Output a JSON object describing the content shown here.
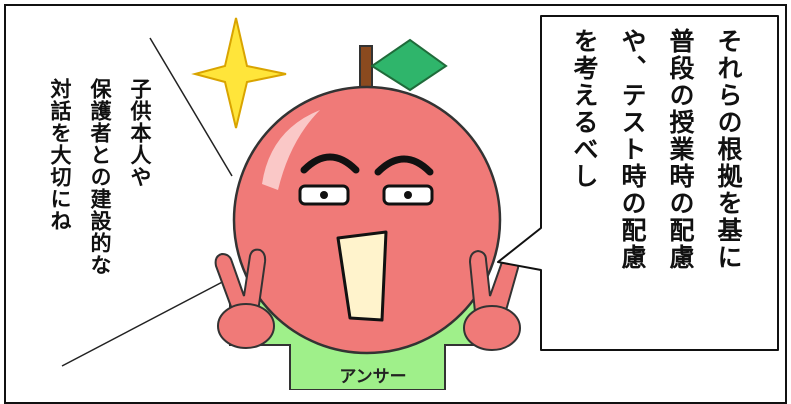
{
  "narration": {
    "lines": [
      "子供本人や",
      "保護者との建設的な",
      "対話を大切にね"
    ]
  },
  "speech_bubble": {
    "lines": [
      "それらの根拠を基に",
      "普段の授業時の配慮",
      "や、テスト時の配慮",
      "を考えるべし"
    ]
  },
  "character": {
    "shirt_label": "アンサー"
  },
  "colors": {
    "apple_red": "#f07a78",
    "apple_outline": "#333333",
    "leaf_green": "#2fb56b",
    "stem_brown": "#8b4a1f",
    "sparkle_yellow": "#ffe53a",
    "shirt_green": "#9ff08a",
    "mouth_cream": "#fff3cc"
  }
}
